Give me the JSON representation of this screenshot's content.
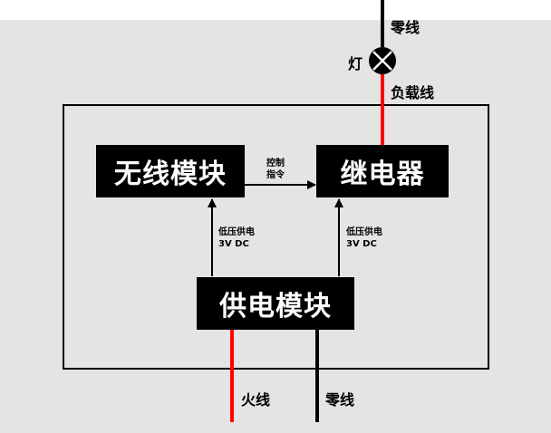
{
  "blocks": {
    "wireless_module": "无线模块",
    "relay": "继电器",
    "power_module": "供电模块"
  },
  "labels": {
    "lamp": "灯",
    "neutral_top": "零线",
    "load_line": "负载线",
    "control_line1": "控制",
    "control_line2": "指令",
    "low_voltage_left_1": "低压供电",
    "low_voltage_left_2": "3V DC",
    "low_voltage_right_1": "低压供电",
    "low_voltage_right_2": "3V DC",
    "live_wire": "火线",
    "neutral_bottom": "零线"
  },
  "colors": {
    "background": "#e4e4e4",
    "wire_black": "#000000",
    "wire_red": "#ff0000",
    "block_fill": "#000000",
    "block_text": "#ffffff"
  }
}
